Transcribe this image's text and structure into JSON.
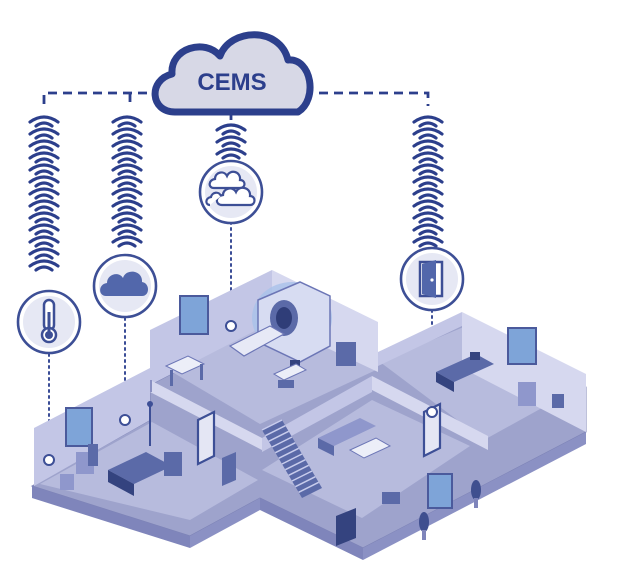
{
  "diagram": {
    "hub_label": "CEMS",
    "sensors": [
      {
        "name": "temperature",
        "icon": "thermometer-icon"
      },
      {
        "name": "cloud",
        "icon": "cloud-icon"
      },
      {
        "name": "air-quality",
        "icon": "clouds-icon"
      },
      {
        "name": "door",
        "icon": "door-icon"
      }
    ]
  },
  "colors": {
    "primary": "#2c3f8c",
    "floor": "#9ea3cc",
    "wall_light": "#d6d8ef",
    "wall_mid": "#c3c6e6",
    "accent": "#7ea4d8"
  }
}
